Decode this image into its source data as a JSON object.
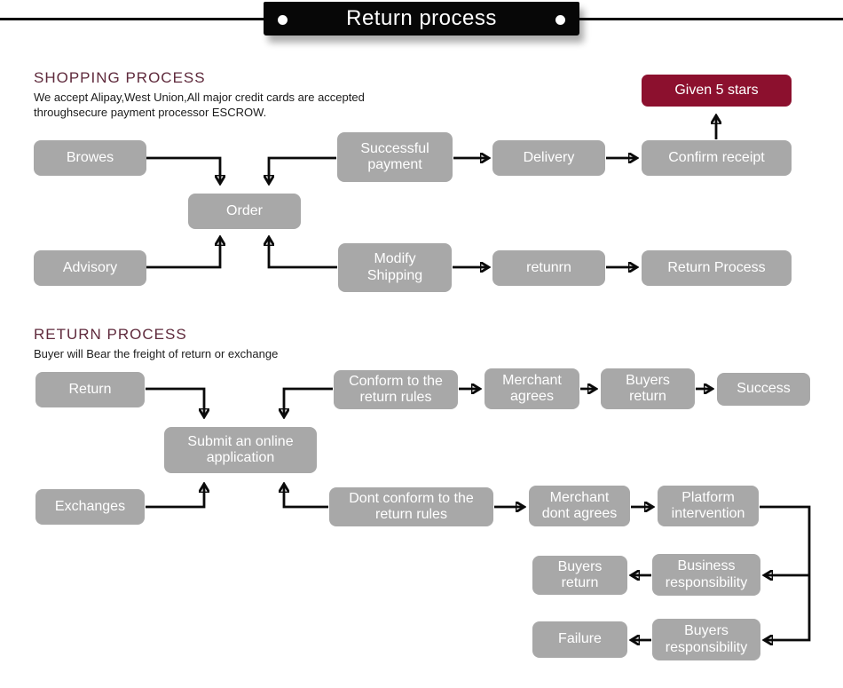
{
  "title": "Return process",
  "colors": {
    "ribbon_black": "#070707",
    "node_gray": "#a8a8a8",
    "node_maroon": "#8c102e",
    "heading_plum": "#5f2a3c",
    "node_text": "#ffffff"
  },
  "sections": {
    "shopping": {
      "heading": "SHOPPING PROCESS",
      "subtitle_line1": "We accept Alipay,West Union,All major credit cards are accepted",
      "subtitle_line2": "throughsecure payment processor ESCROW."
    },
    "return": {
      "heading": "RETURN PROCESS",
      "subtitle_line1": "Buyer will Bear the freight of return or exchange"
    }
  },
  "nodes": {
    "given_5_stars": "Given 5 stars",
    "browes": "Browes",
    "successful_payment": "Successful payment",
    "delivery": "Delivery",
    "confirm_receipt": "Confirm receipt",
    "order": "Order",
    "advisory": "Advisory",
    "modify_shipping": "Modify Shipping",
    "retunrn": "retunrn",
    "return_process": "Return Process",
    "return": "Return",
    "conform_rules": "Conform to the return rules",
    "merchant_agrees": "Merchant agrees",
    "buyers_return_success": "Buyers return",
    "success": "Success",
    "submit_application": "Submit an online application",
    "exchanges": "Exchanges",
    "dont_conform_rules": "Dont conform to the return rules",
    "merchant_dont_agrees": "Merchant dont agrees",
    "platform_intervention": "Platform intervention",
    "business_responsibility": "Business responsibility",
    "buyers_return_fail": "Buyers return",
    "buyers_responsibility": "Buyers responsibility",
    "failure": "Failure"
  }
}
